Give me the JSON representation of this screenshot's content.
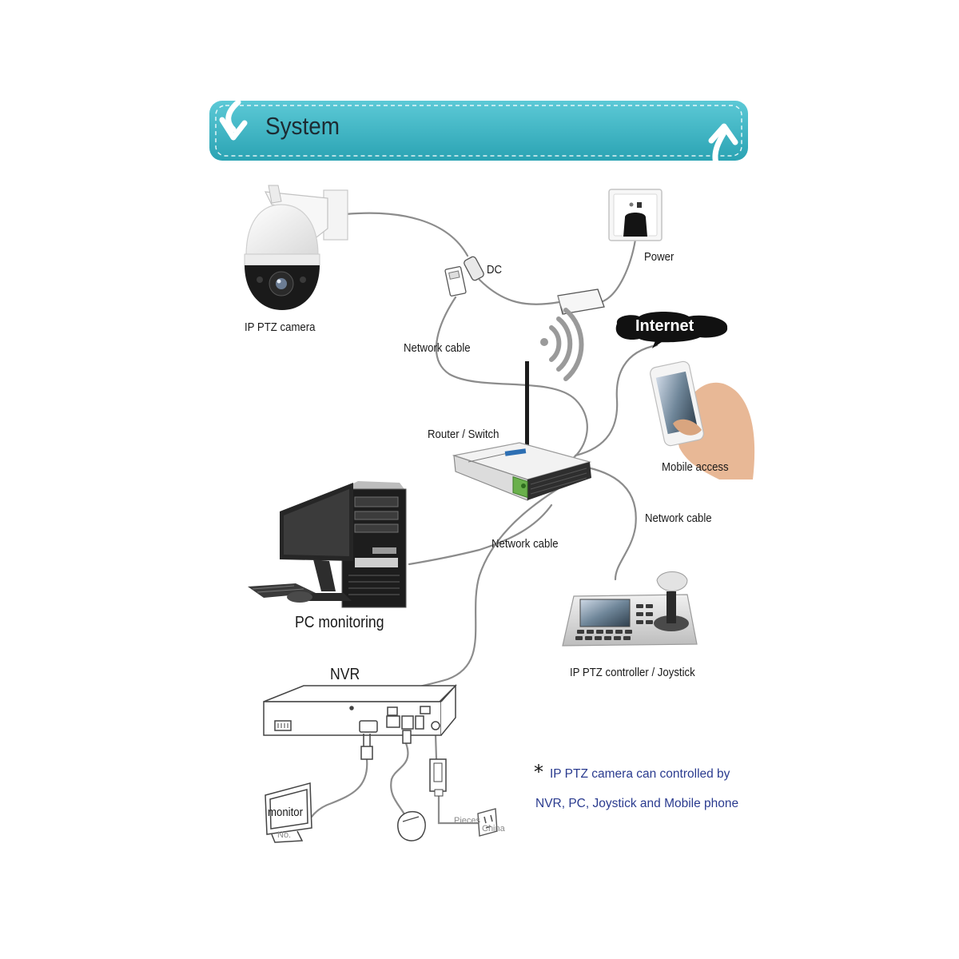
{
  "header": {
    "title": "System"
  },
  "colors": {
    "banner": "#3fb8c7",
    "banner_dark": "#2aa3b3",
    "cable": "#8c8c8c",
    "note_text": "#2a3b8f"
  },
  "labels": {
    "camera": "IP PTZ camera",
    "dc": "DC",
    "power": "Power",
    "internet": "Internet",
    "network_cable_top": "Network cable",
    "router": "Router / Switch",
    "mobile": "Mobile access",
    "network_cable_right": "Network cable",
    "network_cable_mid": "Network cable",
    "pc": "PC monitoring",
    "controller": "IP PTZ controller / Joystick",
    "nvr": "NVR",
    "monitor": "monitor"
  },
  "watermarks": {
    "pieces": "Pieces",
    "china": "China",
    "no": "No."
  },
  "note": {
    "star": "*",
    "line1": "IP PTZ camera can controlled by",
    "line2": "NVR, PC, Joystick and Mobile phone"
  },
  "icons": [
    "down-arrow-icon",
    "up-arrow-icon",
    "ptz-camera-icon",
    "power-socket-icon",
    "power-adapter-icon",
    "wifi-signal-icon",
    "router-icon",
    "smartphone-icon",
    "pc-tower-icon",
    "lcd-monitor-icon",
    "joystick-controller-icon",
    "nvr-recorder-icon",
    "mouse-icon",
    "wall-plug-icon"
  ]
}
